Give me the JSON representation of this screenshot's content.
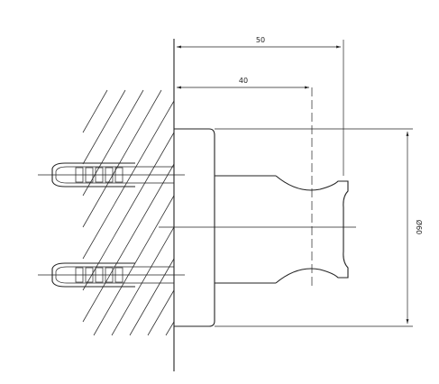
{
  "dimensions": {
    "dim_50": "50",
    "dim_40": "40",
    "dim_diameter": "Ø60"
  }
}
